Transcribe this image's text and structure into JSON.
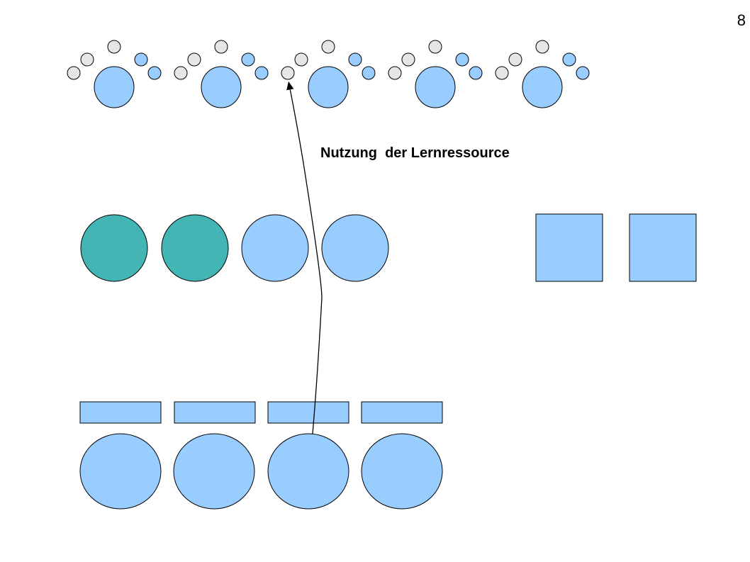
{
  "slide": {
    "page_number": "8",
    "caption": "Nutzung  der Lernressource"
  },
  "colors": {
    "light_blue": "#99ccff",
    "teal": "#44b5b5",
    "light_gray": "#e6e6e6",
    "outline": "#000000"
  },
  "top_row": {
    "groups": 5,
    "gray_circles_per_group": 3,
    "blue_small_circles_per_group": 2,
    "large_circle_per_group": 1
  },
  "middle_row": {
    "circles": [
      "teal",
      "teal",
      "light_blue",
      "light_blue"
    ],
    "squares": [
      "light_blue",
      "light_blue"
    ]
  },
  "bottom_row": {
    "bars": 4,
    "circles": 4
  },
  "arrow": {
    "from": "bottom-circle-3",
    "to": "top-group-3-gray-circle"
  }
}
